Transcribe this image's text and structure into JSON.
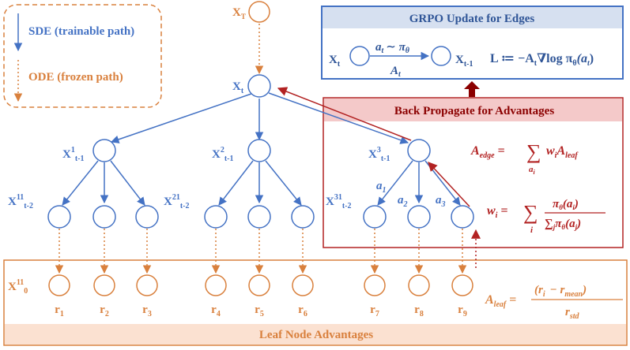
{
  "legend": {
    "sde_label": "SDE (trainable path)",
    "ode_label": "ODE (frozen path)"
  },
  "colors": {
    "blue": "#4472c4",
    "orange": "#d9803d",
    "red": "#b22222",
    "dark_red": "#8b0000",
    "blue_header_bg": "#d6e0f0",
    "red_header_bg": "#f4c9c9",
    "leaf_header_bg": "#fbe1d1"
  },
  "nodes": {
    "x_T": {
      "base": "X",
      "sub": "T"
    },
    "x_t": {
      "base": "X",
      "sub": "t"
    },
    "x1": {
      "base": "X",
      "sup": "1",
      "sub": "t-1"
    },
    "x2": {
      "base": "X",
      "sup": "2",
      "sub": "t-1"
    },
    "x3": {
      "base": "X",
      "sup": "3",
      "sub": "t-1"
    },
    "x11": {
      "base": "X",
      "sup": "11",
      "sub": "t-2"
    },
    "x21": {
      "base": "X",
      "sup": "21",
      "sub": "t-2"
    },
    "x31": {
      "base": "X",
      "sup": "31",
      "sub": "t-2"
    },
    "x11_0": {
      "base": "X",
      "sup": "11",
      "sub": "0"
    }
  },
  "action_labels": [
    {
      "base": "a",
      "sub": "1"
    },
    {
      "base": "a",
      "sub": "2"
    },
    {
      "base": "a",
      "sub": "3"
    }
  ],
  "rewards": [
    {
      "base": "r",
      "sub": "1"
    },
    {
      "base": "r",
      "sub": "2"
    },
    {
      "base": "r",
      "sub": "3"
    },
    {
      "base": "r",
      "sub": "4"
    },
    {
      "base": "r",
      "sub": "5"
    },
    {
      "base": "r",
      "sub": "6"
    },
    {
      "base": "r",
      "sub": "7"
    },
    {
      "base": "r",
      "sub": "8"
    },
    {
      "base": "r",
      "sub": "9"
    }
  ],
  "grpo": {
    "title": "GRPO Update for Edges",
    "x_t": {
      "base": "X",
      "sub": "t"
    },
    "x_t_minus_1": {
      "base": "X",
      "sub": "t-1"
    },
    "arrow_top": "a",
    "arrow_top_sub": "t",
    "arrow_top_rel": "∼ π",
    "arrow_top_rel_sub": "θ",
    "arrow_bottom": "A",
    "arrow_bottom_sub": "t",
    "loss": "L ≔ −A",
    "loss_sub": "t",
    "loss_rest": "∇log π",
    "loss_rest_sub": "θ",
    "loss_tail": "(a",
    "loss_tail_sub": "t",
    "loss_close": ")"
  },
  "backprop": {
    "title": "Back Propagate for Advantages",
    "edge_lhs": "A",
    "edge_lhs_sub": "edge",
    "sum_under": "a",
    "sum_under_sub": "i",
    "edge_rhs_w": "w",
    "edge_rhs_w_sub": "i",
    "edge_rhs_A": "A",
    "edge_rhs_A_sub": "leaf",
    "w_lhs": "w",
    "w_lhs_sub": "i",
    "w_sum_under": "i",
    "w_num": "π",
    "w_num_sub": "θ",
    "w_num_arg": "(a",
    "w_num_arg_sub": "i",
    "w_den": "∑",
    "w_den_sub": "j",
    "w_den_pi": "π",
    "w_den_pi_sub": "θ",
    "w_den_arg": "(a",
    "w_den_arg_sub": "j"
  },
  "leaf": {
    "title": "Leaf Node Advantages",
    "lhs": "A",
    "lhs_sub": "leaf",
    "num_open": "(r",
    "num_i_sub": "i",
    "num_minus": "− r",
    "num_mean_sub": "mean",
    "num_close": ")",
    "den": "r",
    "den_sub": "std"
  }
}
